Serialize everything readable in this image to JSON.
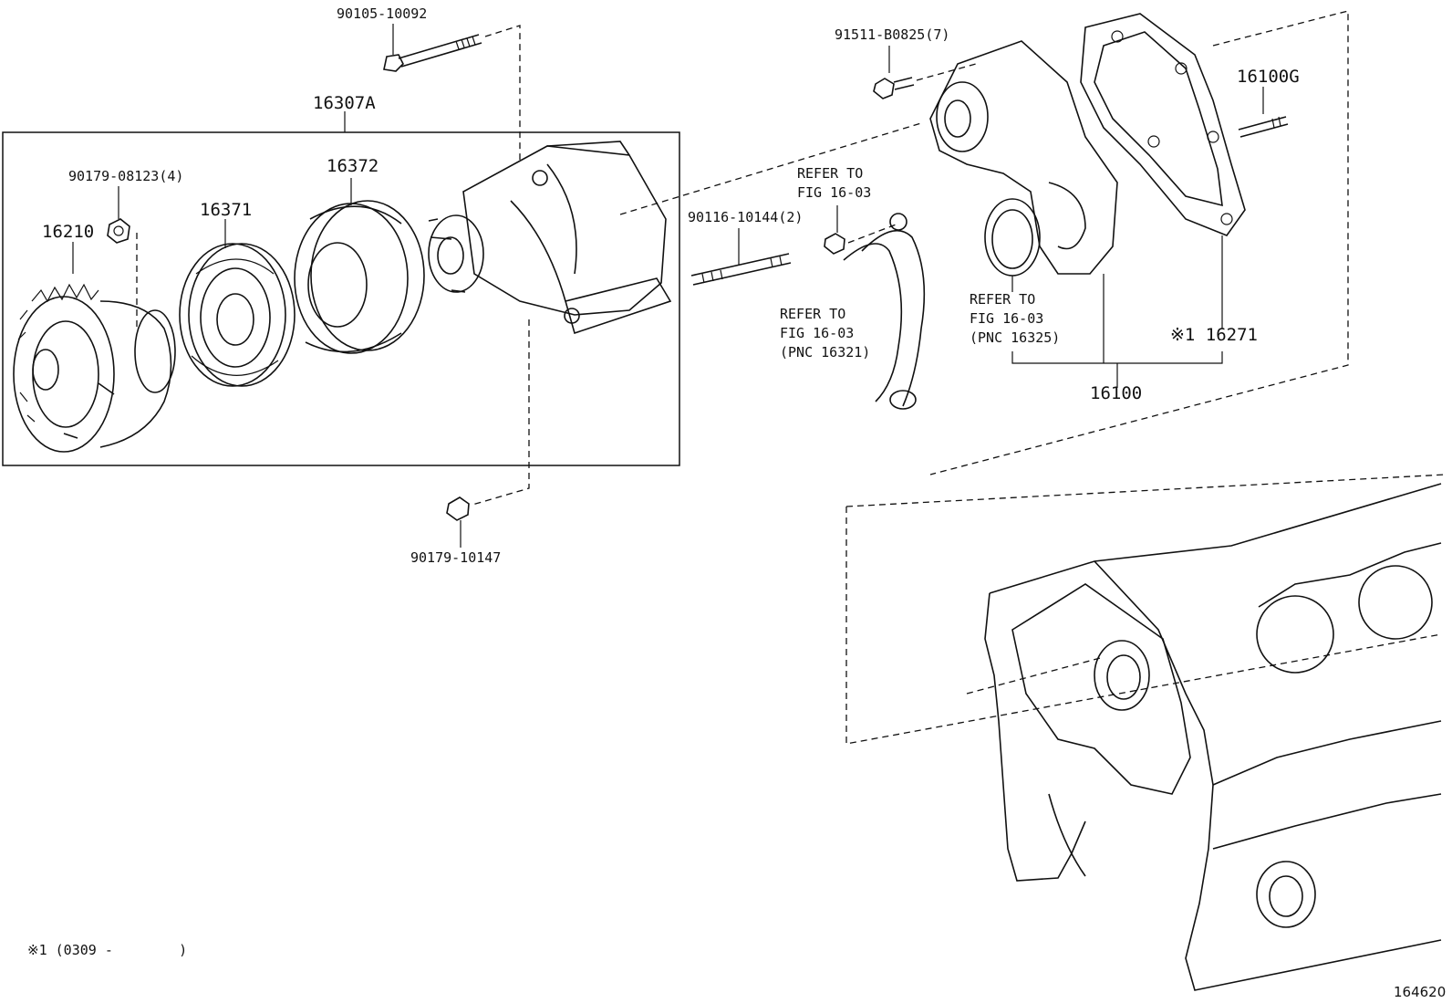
{
  "diagram": {
    "callouts": {
      "p90105_10092": "90105-10092",
      "p16307A": "16307A",
      "p90179_08123": "90179-08123(4)",
      "p16210": "16210",
      "p16371": "16371",
      "p16372": "16372",
      "p90179_10147": "90179-10147",
      "p91511_B0825": "91511-B0825(7)",
      "p90116_10144": "90116-10144(2)",
      "p16100G": "16100G",
      "p16271": "※1 16271",
      "p16100": "16100"
    },
    "references": {
      "ref_a": "REFER TO\nFIG 16-03",
      "ref_b": "REFER TO\nFIG 16-03\n(PNC 16321)",
      "ref_c": "REFER TO\nFIG 16-03\n(PNC 16325)"
    },
    "footnote": "※1 (0309 -        )",
    "figure_number": "164620"
  }
}
